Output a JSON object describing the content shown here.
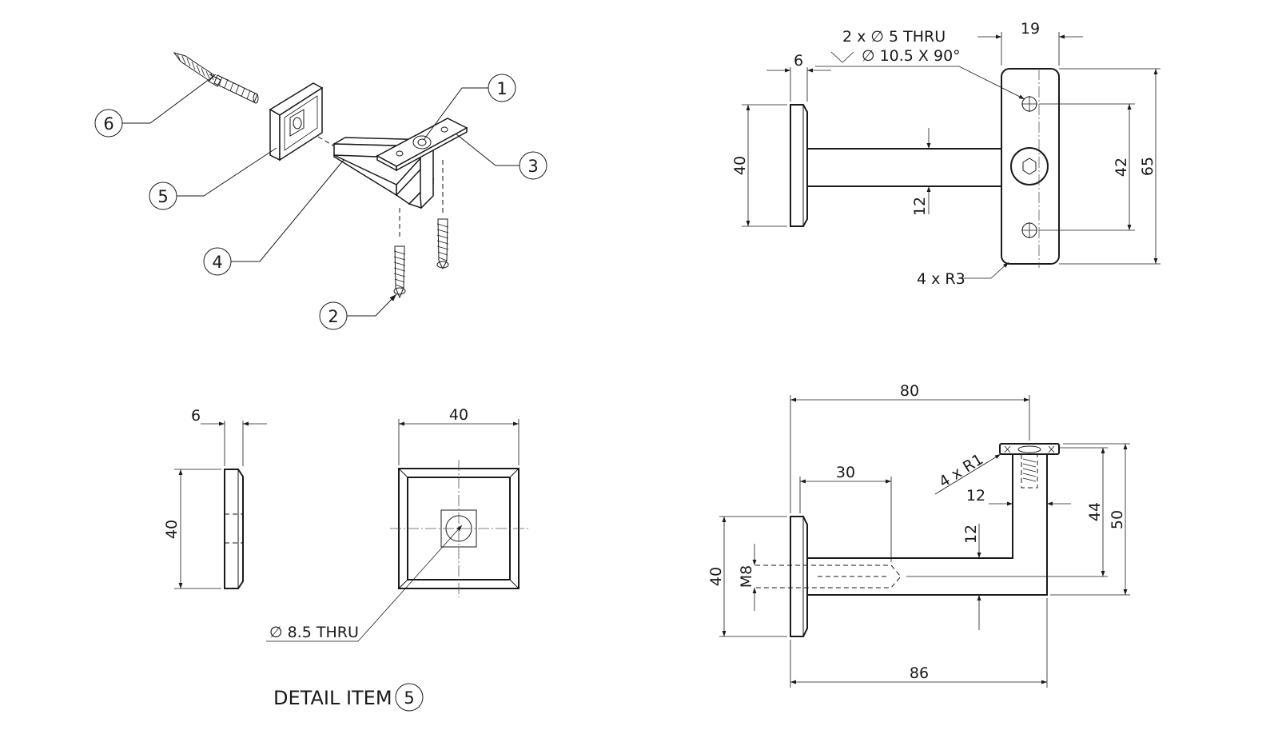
{
  "detail_title": "DETAIL ITEM",
  "detail_item_number": "5",
  "balloons": [
    "1",
    "2",
    "3",
    "4",
    "5",
    "6"
  ],
  "top_view": {
    "callout_holes_line1": "2 x ∅ 5 THRU",
    "callout_holes_line2": "∅ 10.5 X 90°",
    "dim_plate_width": "19",
    "dim_rosette_thickness": "6",
    "dim_rosette_height": "40",
    "dim_arm_thickness": "12",
    "dim_hole_spacing": "42",
    "dim_plate_length": "65",
    "callout_radius": "4 x R3"
  },
  "detail_view": {
    "dim_thickness": "6",
    "dim_side_height": "40",
    "dim_front_width": "40",
    "callout_bore": "∅ 8.5 THRU"
  },
  "side_view": {
    "dim_overall_80": "80",
    "dim_thread_depth": "30",
    "callout_radius": "4 x R1",
    "dim_plate_width": "12",
    "dim_arm_thickness": "12",
    "dim_height_44": "44",
    "dim_height_50": "50",
    "dim_rosette_height": "40",
    "dim_thread": "M8",
    "dim_overall_86": "86"
  }
}
